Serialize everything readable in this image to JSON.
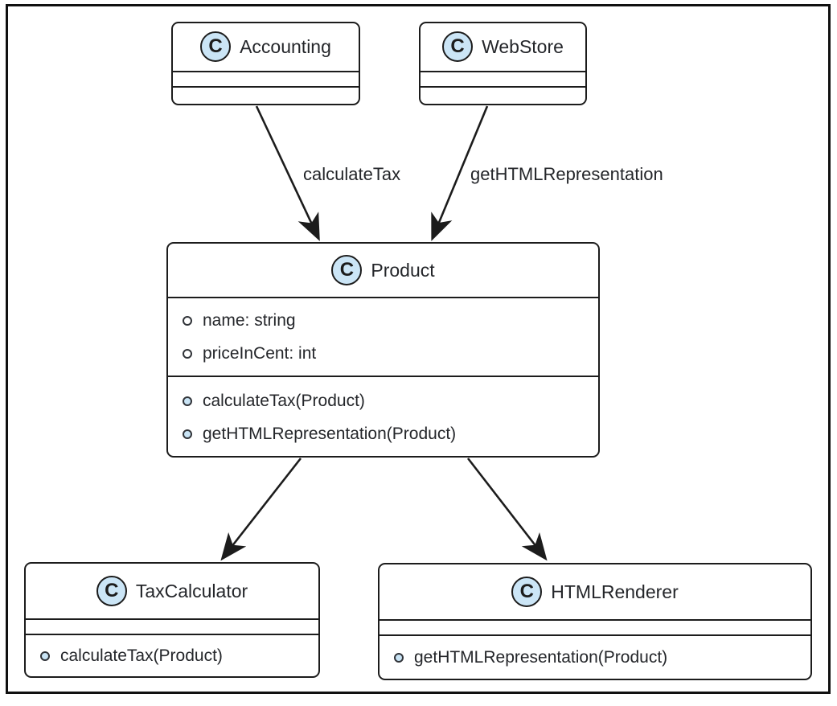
{
  "diagram": {
    "type": "uml-class-diagram",
    "background_color": "#ffffff",
    "frame_color": "#101010",
    "box_border_color": "#1c1c1c",
    "class_icon": {
      "letter": "C",
      "fill": "#cbe5f6"
    },
    "classes": {
      "accounting": {
        "name": "Accounting",
        "attributes": [],
        "methods": []
      },
      "webstore": {
        "name": "WebStore",
        "attributes": [],
        "methods": []
      },
      "product": {
        "name": "Product",
        "attributes": [
          "name: string",
          "priceInCent: int"
        ],
        "methods": [
          "calculateTax(Product)",
          "getHTMLRepresentation(Product)"
        ]
      },
      "taxcalculator": {
        "name": "TaxCalculator",
        "attributes": [],
        "methods": [
          "calculateTax(Product)"
        ]
      },
      "htmlrenderer": {
        "name": "HTMLRenderer",
        "attributes": [],
        "methods": [
          "getHTMLRepresentation(Product)"
        ]
      }
    },
    "edges": [
      {
        "from": "Accounting",
        "to": "Product",
        "label": "calculateTax"
      },
      {
        "from": "WebStore",
        "to": "Product",
        "label": "getHTMLRepresentation"
      },
      {
        "from": "Product",
        "to": "TaxCalculator",
        "label": ""
      },
      {
        "from": "Product",
        "to": "HTMLRenderer",
        "label": ""
      }
    ]
  }
}
